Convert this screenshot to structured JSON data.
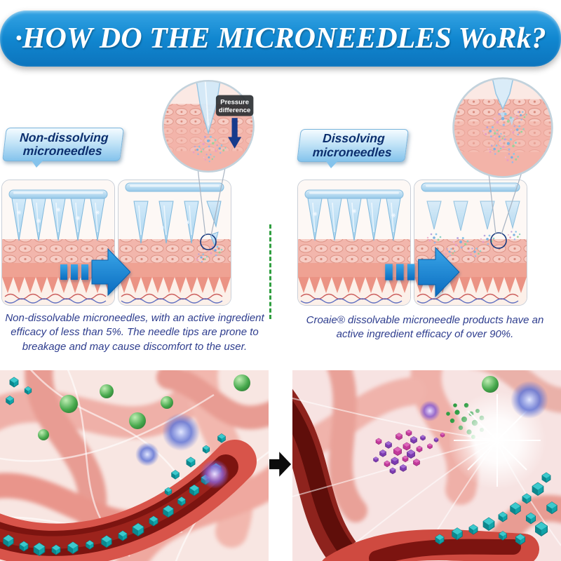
{
  "title": "·HOW DO THE MICRONEEDLES WoRk?",
  "left_panel": {
    "label_line1": "Non-dissolving",
    "label_line2": "microneedles",
    "magnifier": {
      "line1": "Pressure",
      "line2": "difference"
    },
    "caption": "Non-dissolvable microneedles, with an active ingredient efficacy of less than 5%. The needle tips are prone to breakage and may cause discomfort to the user."
  },
  "right_panel": {
    "label_line1": "Dissolving",
    "label_line2": "microneedles",
    "caption": "Croaie® dissolvable microneedle products have an active ingredient efficacy of over 90%."
  },
  "icons": {
    "left_transform_arrow": "transform-arrow",
    "right_transform_arrow": "transform-arrow",
    "bottom_next_arrow": "next-arrow",
    "left_magnifier": "zoom-detail-circle",
    "right_magnifier": "zoom-detail-circle"
  },
  "colors": {
    "banner_blue": "#1187d0",
    "label_text_navy": "#0c2f6e",
    "caption_navy": "#2e3d8e",
    "divider_green": "#2f9e3f",
    "arrow_blue": "#0e7ecb",
    "needle_blue": "#a9d4ef",
    "skin_pink": "#f0b2a8",
    "teal_particle": "#11a3a9",
    "magenta_particle": "#c2399a",
    "pressure_arrow_navy": "#173a8c"
  }
}
